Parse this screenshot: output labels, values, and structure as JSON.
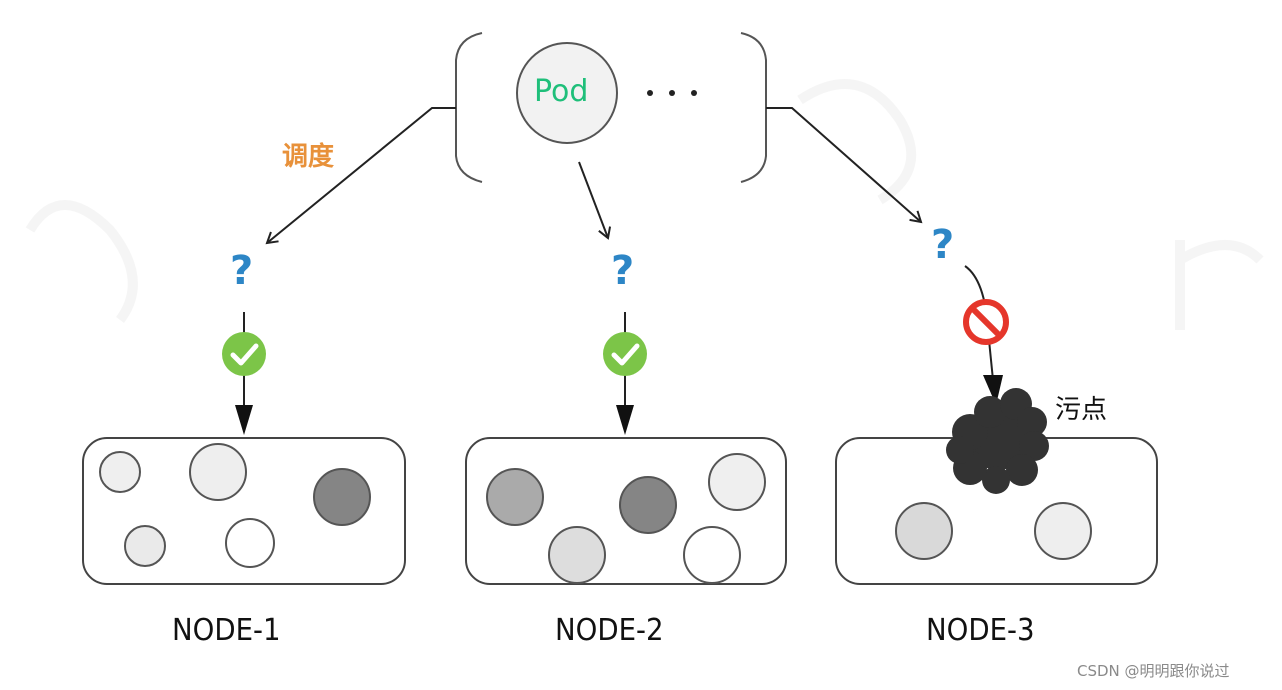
{
  "diagram": {
    "title": "Kubernetes scheduling with taints",
    "pod": {
      "label": "Pod",
      "ellipsis": "· · ·",
      "label_color": "#1fbf7a"
    },
    "schedule_label": {
      "text": "调度",
      "color": "#e8913a"
    },
    "taint_label": {
      "text": "污点"
    },
    "question_mark": {
      "text": "?",
      "color": "#2d86c6"
    },
    "colors": {
      "accept": "#7cc548",
      "reject": "#e5362b",
      "taint_blob": "#333333",
      "stroke": "#444444"
    },
    "nodes": [
      {
        "name": "NODE-1",
        "status": "accepted",
        "pods": [
          {
            "shade": "#efefef"
          },
          {
            "shade": "#eeeeee"
          },
          {
            "shade": "#858585"
          },
          {
            "shade": "#eaeaea"
          },
          {
            "shade": "#ffffff"
          }
        ]
      },
      {
        "name": "NODE-2",
        "status": "accepted",
        "pods": [
          {
            "shade": "#aaaaaa"
          },
          {
            "shade": "#858585"
          },
          {
            "shade": "#efefef"
          },
          {
            "shade": "#dddddd"
          },
          {
            "shade": "#ffffff"
          }
        ]
      },
      {
        "name": "NODE-3",
        "status": "rejected",
        "tainted": true,
        "pods": [
          {
            "shade": "#d9d9d9"
          },
          {
            "shade": "#eeeeee"
          }
        ]
      }
    ],
    "credit": "CSDN @明明跟你说过"
  }
}
